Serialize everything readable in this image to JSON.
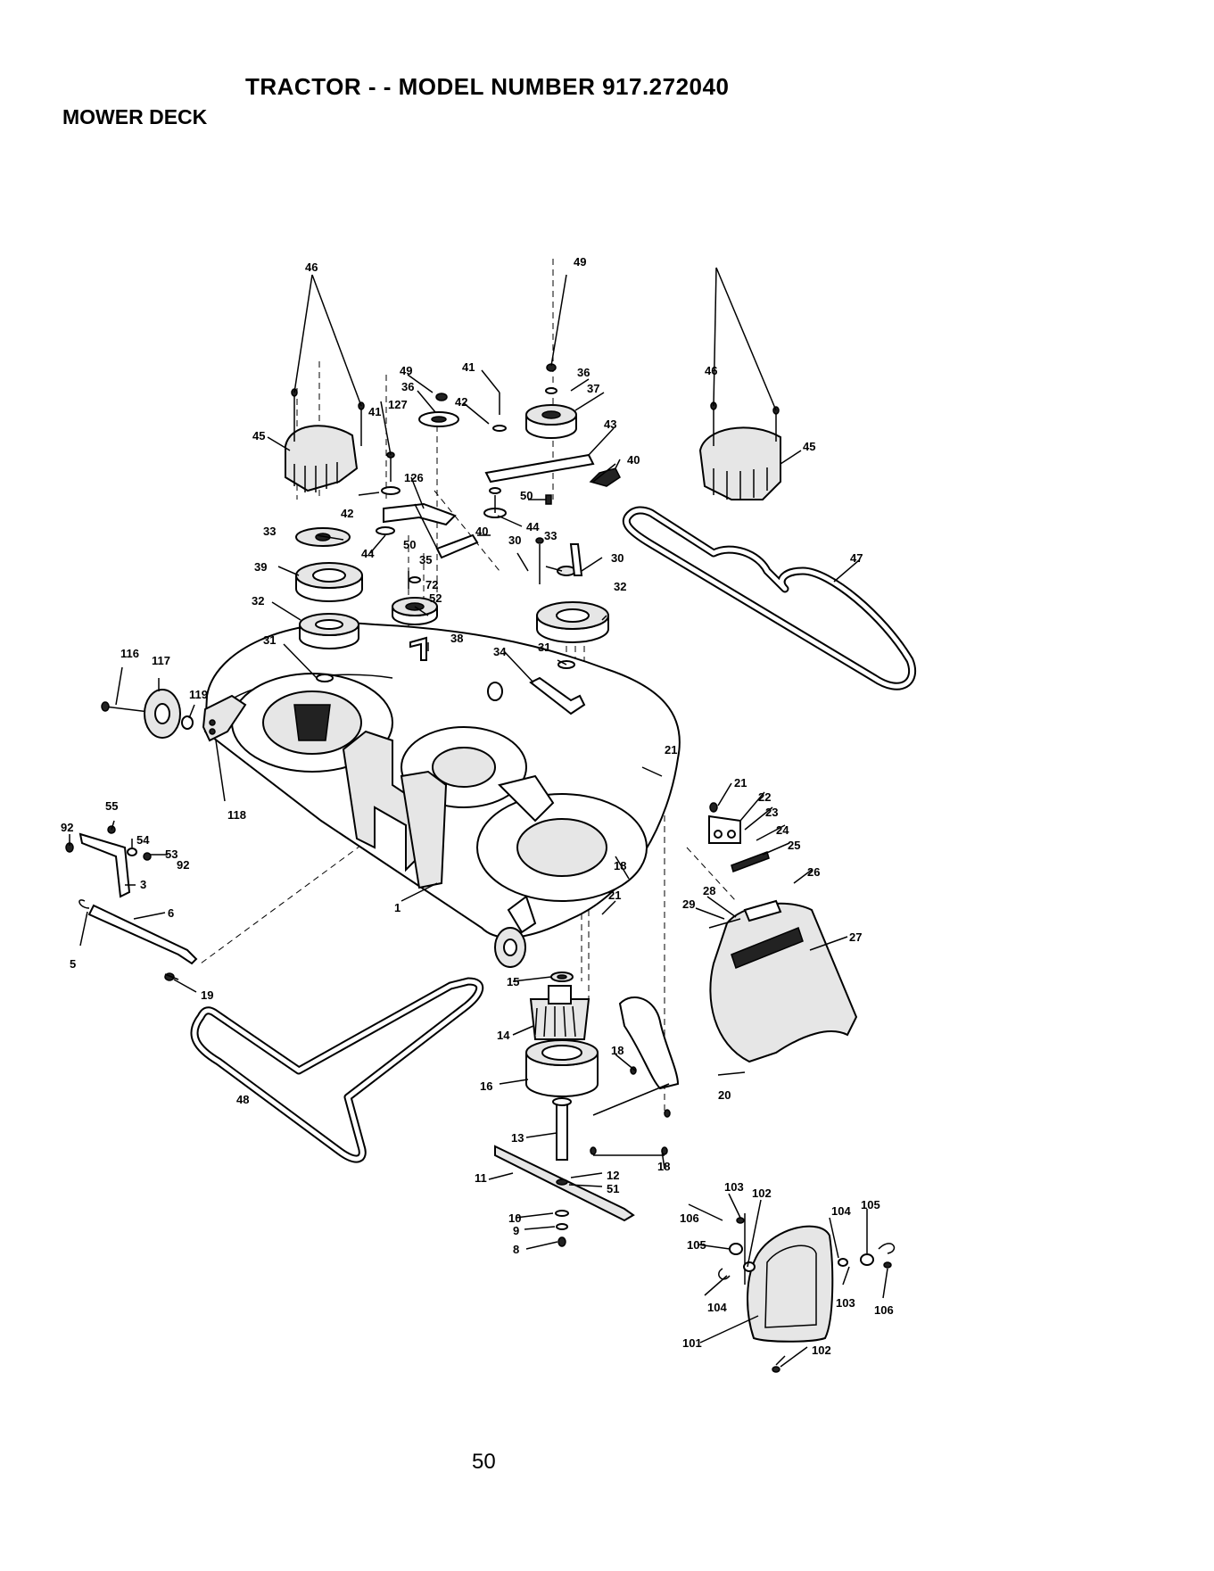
{
  "header": {
    "title": "TRACTOR - - MODEL NUMBER 917.272040",
    "section": "MOWER DECK"
  },
  "footer": {
    "page_number": "50"
  },
  "callouts": {
    "c1": "1",
    "c3": "3",
    "c5": "5",
    "c6": "6",
    "c8": "8",
    "c9": "9",
    "c10": "10",
    "c11": "11",
    "c12": "12",
    "c13": "13",
    "c14": "14",
    "c15": "15",
    "c16": "16",
    "c18a": "18",
    "c18b": "18",
    "c18c": "18",
    "c19": "19",
    "c20": "20",
    "c21a": "21",
    "c21b": "21",
    "c21c": "21",
    "c22": "22",
    "c23": "23",
    "c24": "24",
    "c25": "25",
    "c26": "26",
    "c27": "27",
    "c28": "28",
    "c29": "29",
    "c30a": "30",
    "c30b": "30",
    "c31a": "31",
    "c31b": "31",
    "c32a": "32",
    "c32b": "32",
    "c33a": "33",
    "c33b": "33",
    "c34": "34",
    "c35": "35",
    "c36a": "36",
    "c36b": "36",
    "c37": "37",
    "c38": "38",
    "c39": "39",
    "c40a": "40",
    "c40b": "40",
    "c41a": "41",
    "c41b": "41",
    "c42a": "42",
    "c42b": "42",
    "c43": "43",
    "c44a": "44",
    "c44b": "44",
    "c45a": "45",
    "c45b": "45",
    "c46a": "46",
    "c46b": "46",
    "c47": "47",
    "c48": "48",
    "c49a": "49",
    "c49b": "49",
    "c50a": "50",
    "c50b": "50",
    "c51": "51",
    "c52": "52",
    "c53": "53",
    "c54": "54",
    "c55": "55",
    "c72": "72",
    "c92a": "92",
    "c92b": "92",
    "c101": "101",
    "c102a": "102",
    "c102b": "102",
    "c103a": "103",
    "c103b": "103",
    "c104a": "104",
    "c104b": "104",
    "c105a": "105",
    "c105b": "105",
    "c106a": "106",
    "c106b": "106",
    "c116": "116",
    "c117": "117",
    "c118": "118",
    "c119": "119",
    "c126": "126",
    "c127": "127"
  }
}
